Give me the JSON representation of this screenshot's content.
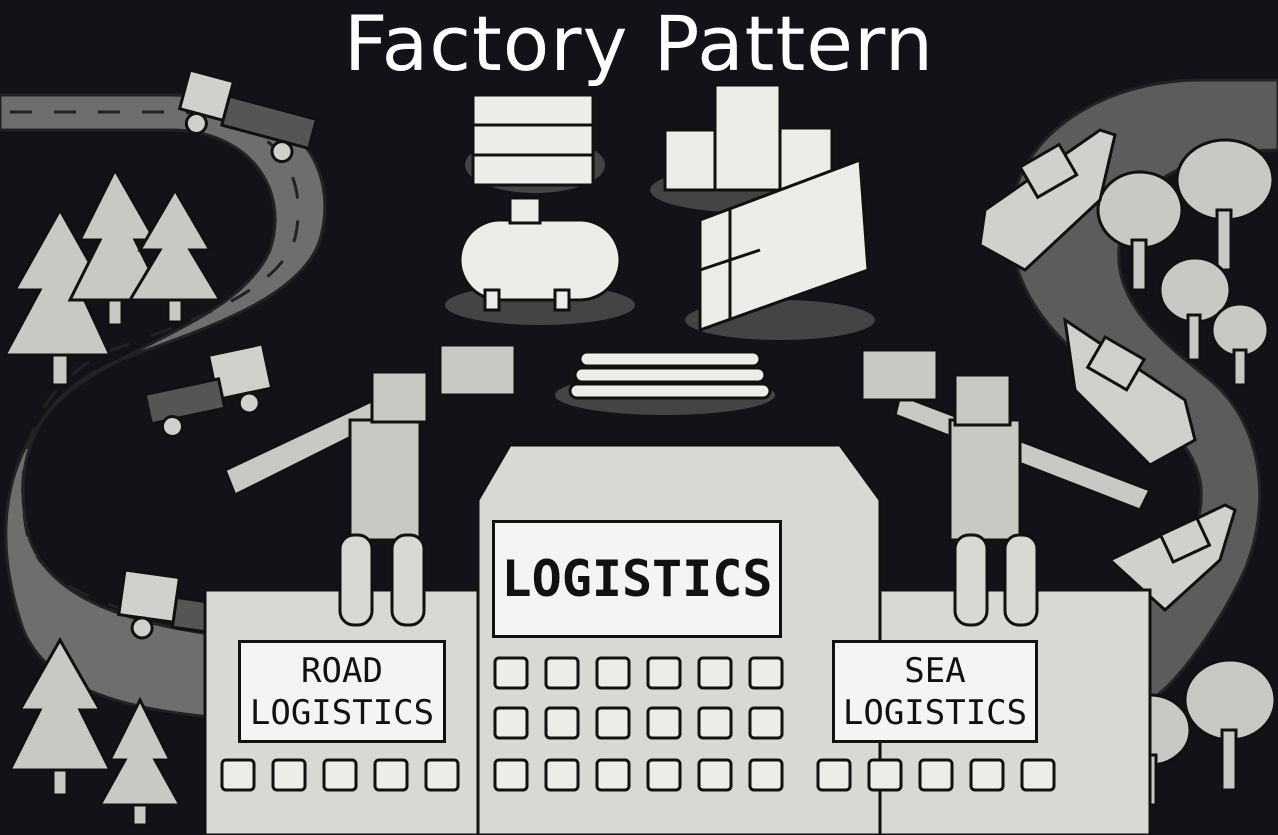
{
  "title": "Factory Pattern",
  "signs": {
    "main": "LOGISTICS",
    "road": [
      "ROAD",
      "LOGISTICS"
    ],
    "sea": [
      "SEA",
      "LOGISTICS"
    ]
  },
  "colors": {
    "background": "#121218",
    "road": "#6e6e6e",
    "river": "#5c5c5c",
    "building": "#d8d8d4",
    "outline": "#111111",
    "title_text": "#ffffff"
  }
}
